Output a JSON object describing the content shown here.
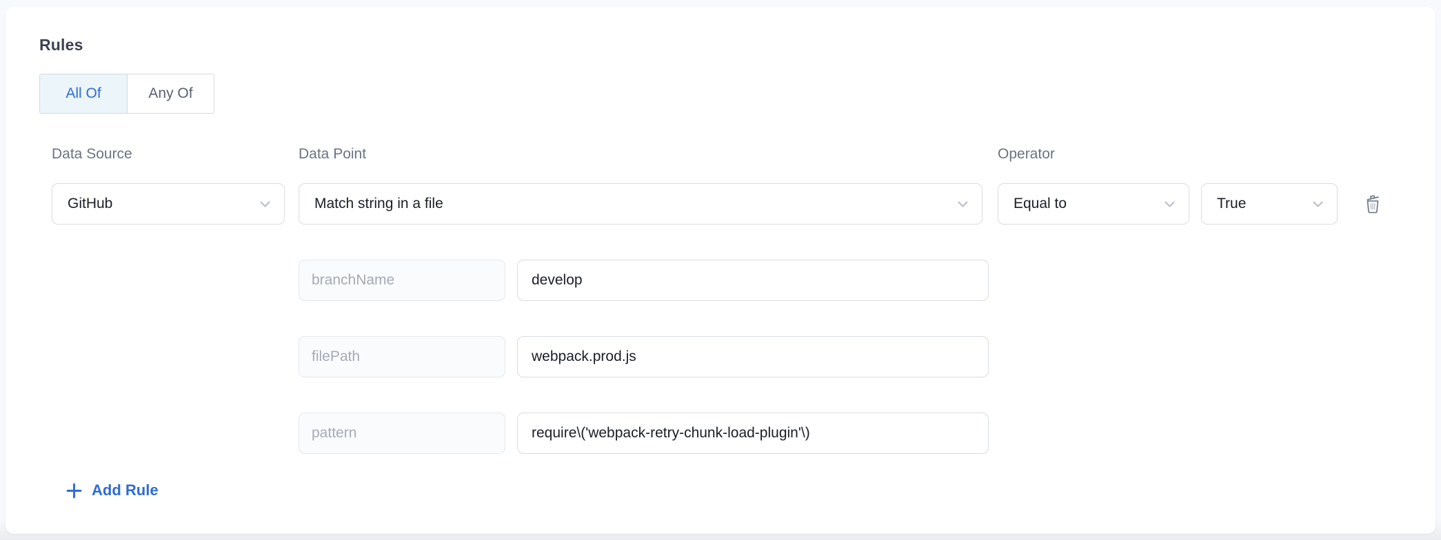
{
  "rules_section": {
    "title": "Rules",
    "toggle": {
      "options": [
        {
          "label": "All Of",
          "selected": true
        },
        {
          "label": "Any Of",
          "selected": false
        }
      ]
    },
    "rule": {
      "data_source_label": "Data Source",
      "data_source_value": "GitHub",
      "data_point_label": "Data Point",
      "data_point_value": "Match string in a file",
      "operator_label": "Operator",
      "operator_value": "Equal to",
      "operator_target_value": "True",
      "params": [
        {
          "key": "branchName",
          "value": "develop"
        },
        {
          "key": "filePath",
          "value": "webpack.prod.js"
        },
        {
          "key": "pattern",
          "value": "require\\('webpack-retry-chunk-load-plugin'\\)"
        }
      ]
    },
    "add_rule_label": "Add Rule"
  },
  "icons": {
    "chevron_down": "chevron-down-icon",
    "trash": "trash-icon",
    "plus": "plus-icon"
  },
  "colors": {
    "accent_blue": "#2f6cd3",
    "toggle_active_bg": "#ebf5fa",
    "label_text": "#6b7280",
    "value_text": "#1a1e26",
    "border": "#d8dce3",
    "param_key_text": "#a4aab6",
    "trash_icon": "#6f7789",
    "card_bg": "#ffffff",
    "page_bg": "#f7f9fc"
  }
}
